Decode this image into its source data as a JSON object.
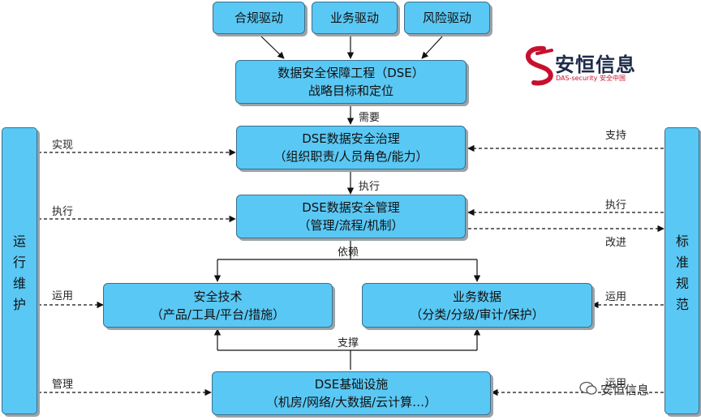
{
  "drivers": [
    "合规驱动",
    "业务驱动",
    "风险驱动"
  ],
  "dse_goal": {
    "line1": "数据安全保障工程（DSE）",
    "line2": "战略目标和定位"
  },
  "governance": {
    "line1": "DSE数据安全治理",
    "line2": "（组织职责/人员角色/能力）"
  },
  "management": {
    "line1": "DSE数据安全管理",
    "line2": "（管理/流程/机制）"
  },
  "tech": {
    "line1": "安全技术",
    "line2": "（产品/工具/平台/措施）"
  },
  "business": {
    "line1": "业务数据",
    "line2": "（分类/分级/审计/保护）"
  },
  "infra": {
    "line1": "DSE基础设施",
    "line2": "（机房/网络/大数据/云计算…）"
  },
  "left_bar": "运行维护",
  "right_bar": "标准规范",
  "center_labels": {
    "need": "需要",
    "execute": "执行",
    "depend": "依赖",
    "support": "支撑"
  },
  "left_labels": {
    "implement": "实现",
    "execute": "执行",
    "apply": "运用",
    "manage": "管理"
  },
  "right_labels": {
    "support": "支持",
    "execute": "执行",
    "improve": "改进",
    "apply1": "运用",
    "apply2": "运用"
  },
  "logo": {
    "name": "安恒信息",
    "sub": "DAS-security 安全中国",
    "brand_color": "#c8102e"
  },
  "watermark": "安恒信息",
  "colors": {
    "box_fill": "#5ac8f4",
    "box_border": "#3b6f8c",
    "shadow": "#9aa3a8"
  }
}
